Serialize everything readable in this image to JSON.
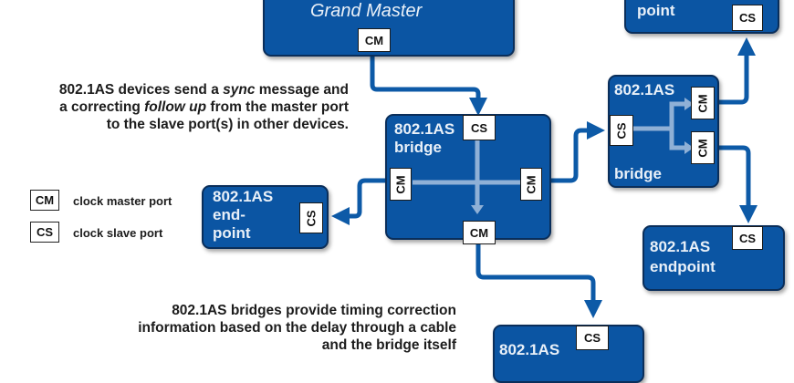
{
  "colors": {
    "device_fill": "#0b55a3",
    "wire": "#0d5aa7",
    "internal_arrow": "#8fb0d6",
    "port_fill": "#ffffff",
    "text_dark": "#1c1c1c",
    "device_text": "#e9f0f8"
  },
  "captions": {
    "sync": {
      "line1_a": "802.1AS devices send a ",
      "line1_em": "sync",
      "line1_b": " message and",
      "line2_a": "a correcting ",
      "line2_em": "follow up",
      "line2_b": " from the master port",
      "line3": "to the slave port(s) in other devices."
    },
    "bridges": {
      "line1": "802.1AS bridges provide timing correction",
      "line2": "information based on the delay through a cable",
      "line3": "and the bridge itself"
    }
  },
  "legend": [
    {
      "code": "CM",
      "label": "clock master port"
    },
    {
      "code": "CS",
      "label": "clock slave port"
    }
  ],
  "devices": {
    "grand_master": {
      "label": "Grand Master",
      "ports": [
        "CM"
      ]
    },
    "center_bridge": {
      "line1": "802.1AS",
      "line2": "bridge",
      "ports": {
        "top": "CS",
        "left": "CM",
        "right": "CM",
        "bottom": "CM"
      }
    },
    "left_endpoint": {
      "line1": "802.1AS",
      "line2": "end-",
      "line3": "point",
      "ports": {
        "right": "CS"
      }
    },
    "right_bridge": {
      "line1": "802.1AS",
      "line2": "bridge",
      "ports": {
        "left": "CS",
        "right_top": "CM",
        "right_bottom": "CM"
      }
    },
    "top_right_endpoint": {
      "line1": "point",
      "ports": {
        "bottom": "CS"
      }
    },
    "right_endpoint": {
      "line1": "802.1AS",
      "line2": "endpoint",
      "ports": {
        "top": "CS"
      }
    },
    "bottom_endpoint": {
      "line1": "802.1AS",
      "ports": {
        "top": "CS"
      }
    }
  }
}
